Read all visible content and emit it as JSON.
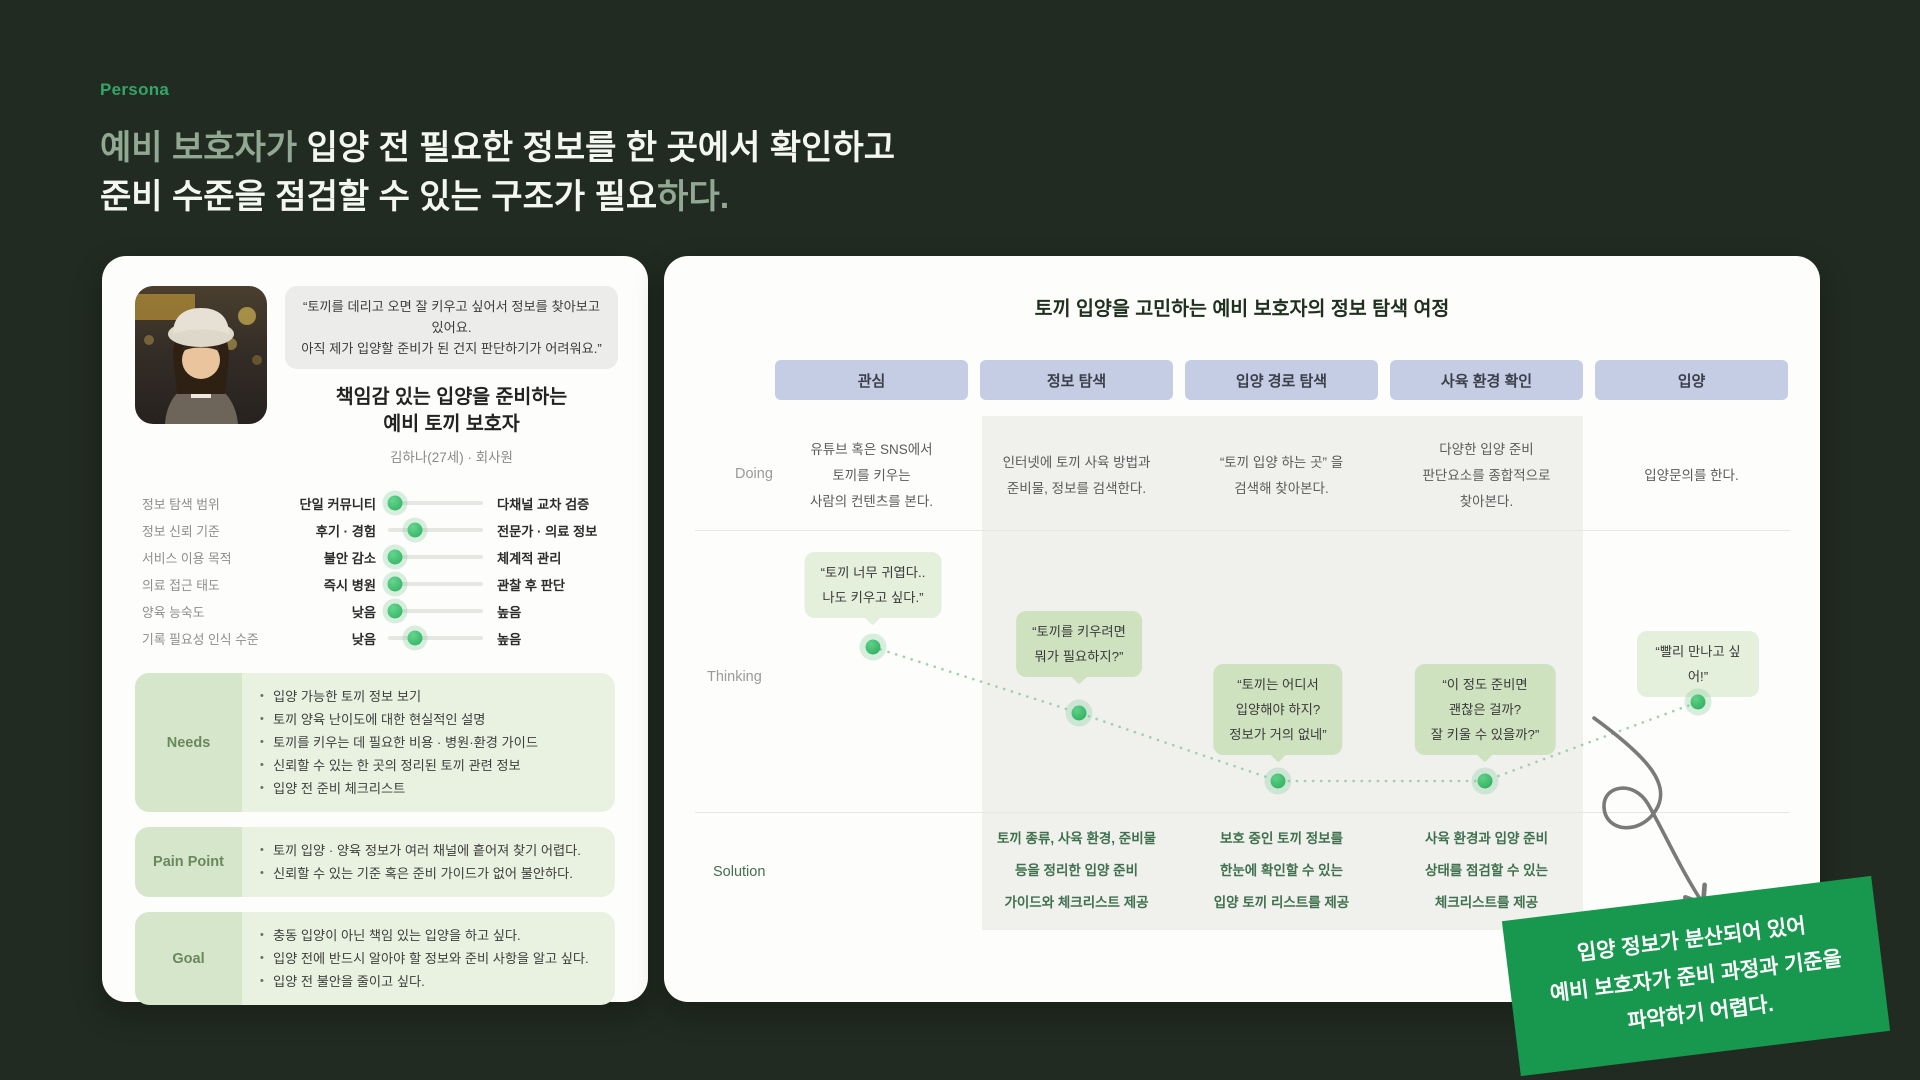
{
  "page": {
    "eyebrow": "Persona",
    "title_accent1": "예비 보호자가 ",
    "title_line1_rest": "입양 전 필요한 정보를 한 곳에서 확인하고",
    "title_line2_main": "준비 수준을 점검할 수 있는 구조가 필요",
    "title_accent2": "하다."
  },
  "colors": {
    "page_bg": "#212b21",
    "accent_green": "#35a468",
    "callout_bg": "#17984e",
    "stage_pill": "#c5cde5",
    "slider_dot": "#2fae5f",
    "bubble_light": "#e4efdc",
    "bubble_medium": "#cfe2c0",
    "section_label_bg": "#d6e6ca",
    "section_body_bg": "#e9f1e0"
  },
  "persona": {
    "quote": "“토끼를 데리고 오면 잘 키우고 싶어서 정보를 찾아보고 있어요.\n아직 제가 입양할 준비가 된 건지 판단하기가 어려워요.”",
    "name": "책임감 있는 입양을 준비하는\n예비 토끼 보호자",
    "meta": "김하나(27세) · 회사원",
    "photo_alt": "persona-photo",
    "attributes": [
      {
        "label": "정보 탐색 범위",
        "left": "단일 커뮤니티",
        "right": "다채널 교차 검증",
        "value": 7
      },
      {
        "label": "정보 신뢰 기준",
        "left": "후기 · 경험",
        "right": "전문가 · 의료 정보",
        "value": 28
      },
      {
        "label": "서비스 이용 목적",
        "left": "불안 감소",
        "right": "체계적 관리",
        "value": 7
      },
      {
        "label": "의료 접근 태도",
        "left": "즉시 병원",
        "right": "관찰 후 판단",
        "value": 7
      },
      {
        "label": "양육 능숙도",
        "left": "낮음",
        "right": "높음",
        "value": 7
      },
      {
        "label": "기록 필요성 인식 수준",
        "left": "낮음",
        "right": "높음",
        "value": 28
      }
    ],
    "sections": [
      {
        "label": "Needs",
        "items": [
          "입양 가능한 토끼 정보 보기",
          "토끼 양육 난이도에 대한 현실적인 설명",
          "토끼를 키우는 데 필요한 비용 · 병원·환경 가이드",
          "신뢰할 수 있는 한 곳의 정리된 토끼 관련 정보",
          "입양 전 준비 체크리스트"
        ]
      },
      {
        "label": "Pain Point",
        "items": [
          "토끼 입양 · 양육 정보가 여러 채널에 흩어져 찾기 어렵다.",
          "신뢰할 수 있는 기준 혹은 준비 가이드가 없어 불안하다."
        ]
      },
      {
        "label": "Goal",
        "items": [
          "충동 입양이 아닌 책임 있는 입양을 하고 싶다.",
          "입양 전에 반드시 알아야 할 정보와 준비 사항을 알고 싶다.",
          "입양 전 불안을 줄이고 싶다."
        ]
      }
    ]
  },
  "journey": {
    "title": "토끼 입양을 고민하는 예비 보호자의 정보 탐색 여정",
    "stages": [
      "관심",
      "정보 탐색",
      "입양 경로 탐색",
      "사육 환경 확인",
      "입양"
    ],
    "row_labels": {
      "doing": "Doing",
      "thinking": "Thinking",
      "solution": "Solution"
    },
    "doing": [
      "유튜브 혹은 SNS에서\n토끼를 키우는\n사람의 컨텐츠를 본다.",
      "인터넷에 토끼 사육 방법과\n준비물, 정보를 검색한다.",
      "“토끼 입양 하는 곳” 을\n검색해 찾아본다.",
      "다양한 입양 준비\n판단요소를 종합적으로\n찾아본다.",
      "입양문의를 한다."
    ],
    "thinking": [
      "“토끼 너무 귀엽다..\n나도 키우고 싶다.”",
      "“토끼를 키우려면\n뭐가 필요하지?”",
      "“토끼는 어디서\n입양해야 하지?\n정보가 거의 없네”",
      "“이 정도 준비면\n괜찮은 걸까?\n잘 키울 수 있을까?”",
      "“빨리 만나고 싶어!”"
    ],
    "solution": [
      "토끼 종류, 사육 환경, 준비물\n등을 정리한 입양 준비\n가이드와 체크리스트 제공",
      "보호 중인 토끼 정보를\n한눈에 확인할 수 있는\n입양 토끼 리스트를 제공",
      "사육 환경과 입양 준비\n상태를 점검할 수 있는\n체크리스트를 제공"
    ]
  },
  "callout": {
    "text": "입양 정보가 분산되어 있어\n예비 보호자가 준비 과정과 기준을\n파악하기 어렵다."
  }
}
